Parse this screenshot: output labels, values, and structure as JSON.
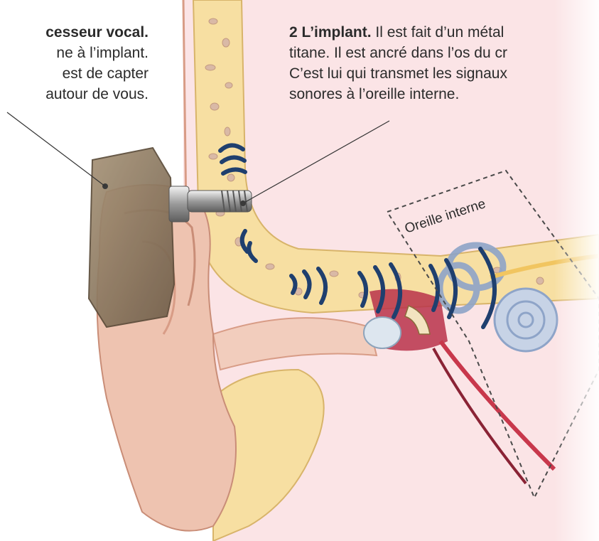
{
  "processor_label": {
    "lines": [
      "cesseur vocal.",
      "ne à l’implant.",
      "est de capter",
      "autour de vous."
    ]
  },
  "implant_label": {
    "number": "2",
    "title": "L’implant.",
    "lines": [
      "Il est fait d’un métal",
      "titane. Il est ancré dans l’os du cr",
      "C’est lui qui transmet les signaux",
      "sonores à l’oreille interne."
    ]
  },
  "inner_ear_box": {
    "label": "Oreille interne"
  },
  "colors": {
    "skin_bg": "#fbe4e6",
    "skin": "#eec3b0",
    "skin_dark": "#d89c86",
    "bone": "#f7dfa2",
    "bone_dark": "#e7c47a",
    "processor": "#8f7a62",
    "wave": "#1f3f6e"
  }
}
